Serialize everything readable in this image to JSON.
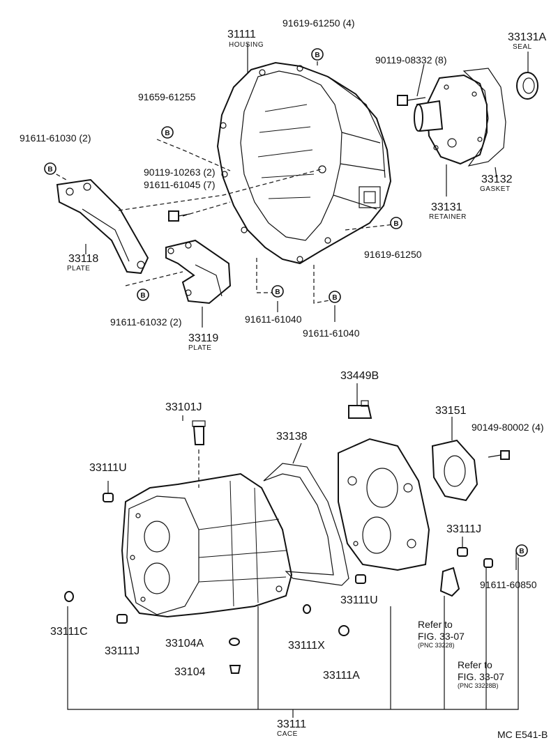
{
  "bolt_mark": "B",
  "upper": {
    "bolt_91619_61250_4": "91619-61250 (4)",
    "housing_pn": "31111",
    "housing_name": "HOUSING",
    "bolt_91659_61255": "91659-61255",
    "bolt_91611_61030_2": "91611-61030 (2)",
    "bolt_90119_10263_2": "90119-10263 (2)",
    "bolt_91611_61045_7": "91611-61045 (7)",
    "plate_33118_pn": "33118",
    "plate_33118_name": "PLATE",
    "bolt_91611_61032_2": "91611-61032 (2)",
    "plate_33119_pn": "33119",
    "plate_33119_name": "PLATE",
    "bolt_91611_61040_a": "91611-61040",
    "bolt_91611_61040_b": "91611-61040",
    "bolt_91619_61250": "91619-61250",
    "bolt_90119_08332_8": "90119-08332 (8)",
    "seal_pn": "33131A",
    "seal_name": "SEAL",
    "gasket_pn": "33132",
    "gasket_name": "GASKET",
    "retainer_pn": "33131",
    "retainer_name": "RETAINER"
  },
  "lower": {
    "p33449B": "33449B",
    "p33101J": "33101J",
    "p33138": "33138",
    "p33151": "33151",
    "bolt_90149_80002_4": "90149-80002 (4)",
    "p33111U_left": "33111U",
    "p33111J_right": "33111J",
    "bolt_91611_60850": "91611-60850",
    "p33111U_mid": "33111U",
    "p33111C": "33111C",
    "p33111J_left": "33111J",
    "p33104A": "33104A",
    "p33111X": "33111X",
    "p33104": "33104",
    "p33111A": "33111A",
    "refer1_line1": "Refer to",
    "refer1_line2": "FIG. 33-07",
    "refer1_line3": "(PNC 33228)",
    "refer2_line1": "Refer to",
    "refer2_line2": "FIG. 33-07",
    "refer2_line3": "(PNC 33228B)",
    "case_pn": "33111",
    "case_name": "CACE"
  },
  "footer_code": "MC  E541-B"
}
